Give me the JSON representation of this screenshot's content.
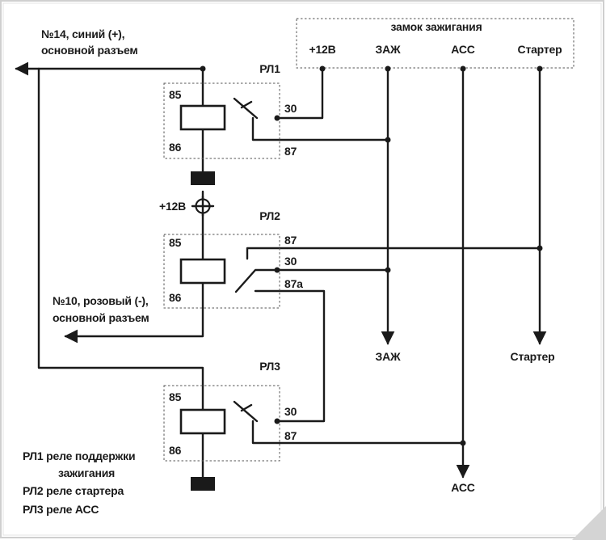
{
  "ignition_switch": {
    "title": "замок зажигания",
    "terminals": {
      "plus12v": "+12В",
      "zazh": "ЗАЖ",
      "acc": "АСС",
      "starter": "Стартер"
    }
  },
  "relays": {
    "rl1": {
      "name": "РЛ1",
      "pins": {
        "p85": "85",
        "p86": "86",
        "p30": "30",
        "p87": "87"
      }
    },
    "rl2": {
      "name": "РЛ2",
      "pins": {
        "p85": "85",
        "p86": "86",
        "p87": "87",
        "p30": "30",
        "p87a": "87а"
      }
    },
    "rl3": {
      "name": "РЛ3",
      "pins": {
        "p85": "85",
        "p86": "86",
        "p30": "30",
        "p87": "87"
      }
    }
  },
  "wires": {
    "wire14_line1": "№14, синий (+),",
    "wire14_line2": "основной разъем",
    "wire10_line1": "№10, розовый (-),",
    "wire10_line2": "основной разъем",
    "supply_label": "+12В"
  },
  "outputs": {
    "zazh": "ЗАЖ",
    "starter": "Стартер",
    "acc": "АСС"
  },
  "legend": {
    "rl1_line1": "РЛ1 реле поддержки",
    "rl1_line2": "зажигания",
    "rl2": "РЛ2 реле стартера",
    "rl3": "РЛ3 реле АСС"
  }
}
